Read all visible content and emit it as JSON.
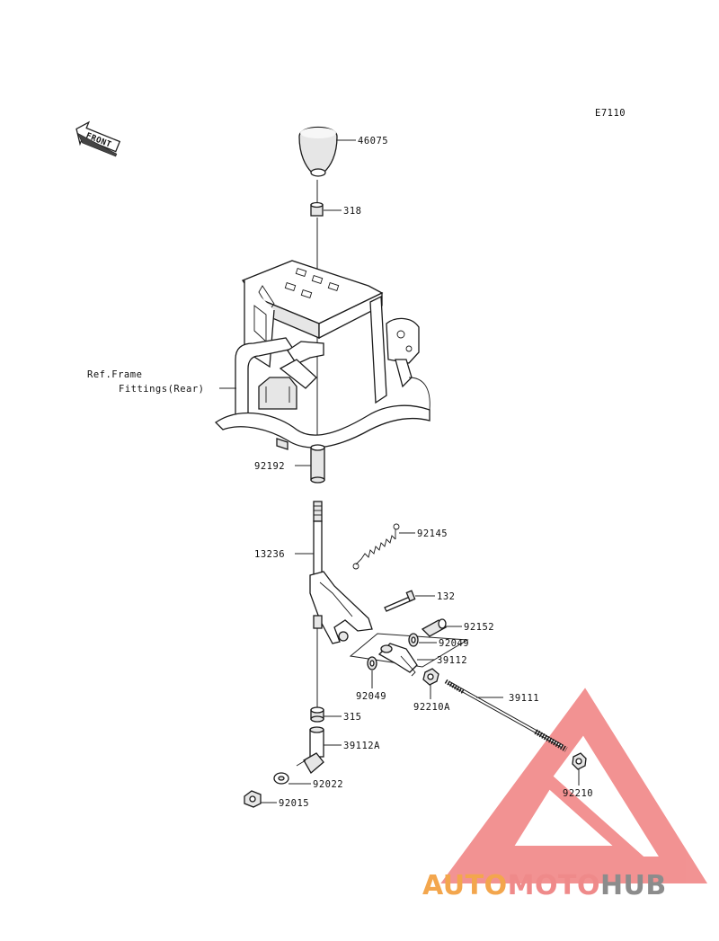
{
  "diagram": {
    "code": "E7110",
    "front_label": "FRONT",
    "ref_note": {
      "line1": "Ref.Frame",
      "line2": "Fittings(Rear)"
    },
    "parts": [
      {
        "id": "p46075",
        "label": "46075"
      },
      {
        "id": "p318",
        "label": "318"
      },
      {
        "id": "p92192",
        "label": "92192"
      },
      {
        "id": "p92145",
        "label": "92145"
      },
      {
        "id": "p13236",
        "label": "13236"
      },
      {
        "id": "p132",
        "label": "132"
      },
      {
        "id": "p92152",
        "label": "92152"
      },
      {
        "id": "p92049a",
        "label": "92049"
      },
      {
        "id": "p39112",
        "label": "39112"
      },
      {
        "id": "p92049b",
        "label": "92049"
      },
      {
        "id": "p92210A",
        "label": "92210A"
      },
      {
        "id": "p39111",
        "label": "39111"
      },
      {
        "id": "p315",
        "label": "315"
      },
      {
        "id": "p39112A",
        "label": "39112A"
      },
      {
        "id": "p92022",
        "label": "92022"
      },
      {
        "id": "p92015",
        "label": "92015"
      },
      {
        "id": "p92210",
        "label": "92210"
      }
    ]
  },
  "watermark": {
    "part1": "AUTO",
    "part2": "MOTO",
    "part3": "HUB",
    "colors": {
      "part1": "#f3a64d",
      "part2": "#ef8a8a",
      "part3": "#8c8c8c",
      "triangle": "#f08080"
    }
  }
}
